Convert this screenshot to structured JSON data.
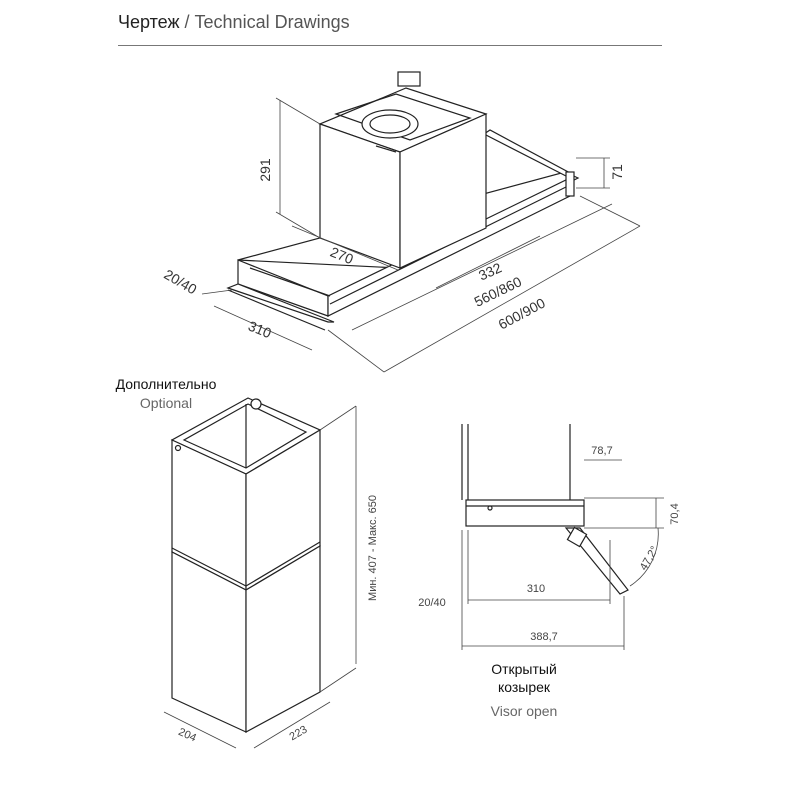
{
  "header": {
    "title_ru": "Чертеж",
    "separator": " / ",
    "title_en": "Technical Drawings"
  },
  "hood": {
    "dims": {
      "chimney_height": "291",
      "chimney_depth": "270",
      "chimney_width": "332",
      "visor_height": "71",
      "visor_offset": "20/40",
      "depth": "310",
      "inner_width": "560/860",
      "outer_width": "600/900"
    }
  },
  "chimney": {
    "label_ru": "Дополнительно",
    "label_en": "Optional",
    "height_range": "Мин. 407 - Макс. 650",
    "depth": "204",
    "width": "223"
  },
  "visor": {
    "dims": {
      "overhang": "78,7",
      "lift": "70,4",
      "angle": "47,2°",
      "offset": "20/40",
      "depth": "310",
      "total_depth": "388,7"
    },
    "label_ru_line1": "Открытый",
    "label_ru_line2": "козырек",
    "label_en": "Visor open"
  }
}
